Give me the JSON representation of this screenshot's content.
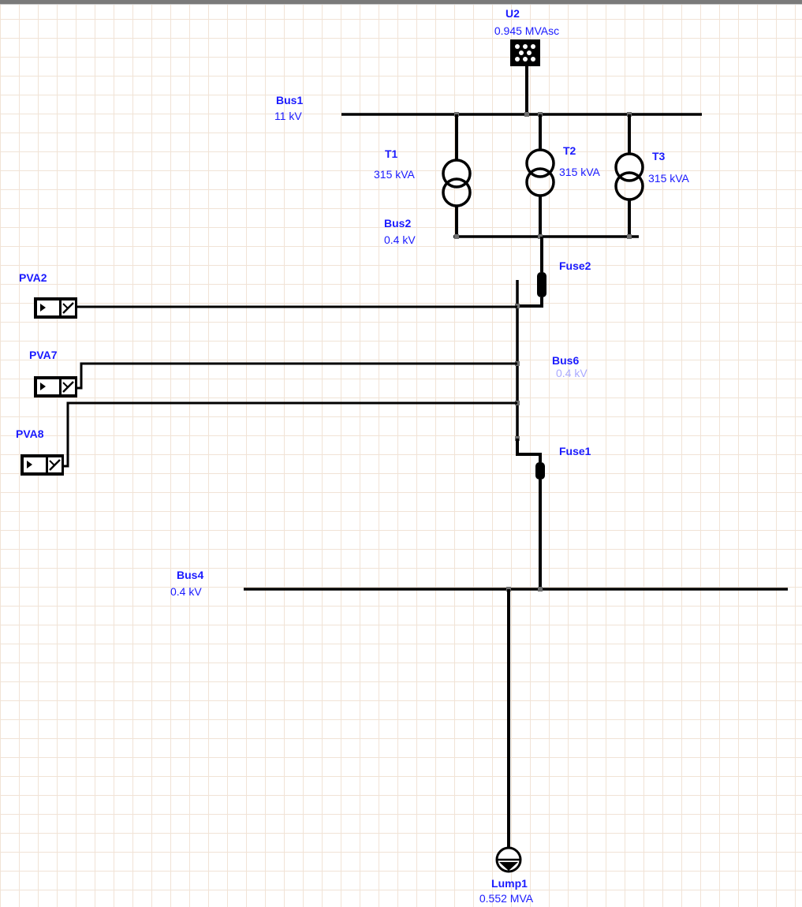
{
  "source": {
    "name": "U2",
    "rating": "0.945 MVAsc"
  },
  "buses": [
    {
      "name": "Bus1",
      "voltage": "11 kV"
    },
    {
      "name": "Bus2",
      "voltage": "0.4 kV"
    },
    {
      "name": "Bus6",
      "voltage": "0.4 kV"
    },
    {
      "name": "Bus4",
      "voltage": "0.4 kV"
    }
  ],
  "transformers": [
    {
      "name": "T1",
      "rating": "315 kVA"
    },
    {
      "name": "T2",
      "rating": "315 kVA"
    },
    {
      "name": "T3",
      "rating": "315 kVA"
    }
  ],
  "fuses": [
    {
      "name": "Fuse2"
    },
    {
      "name": "Fuse1"
    }
  ],
  "pv_arrays": [
    {
      "name": "PVA2"
    },
    {
      "name": "PVA7"
    },
    {
      "name": "PVA8"
    }
  ],
  "load": {
    "name": "Lump1",
    "rating": "0.552 MVA"
  },
  "colors": {
    "label": "#1a1aff",
    "label_faint": "#a9a9ff",
    "wire": "#000000",
    "grid": "#f1e3d6"
  }
}
